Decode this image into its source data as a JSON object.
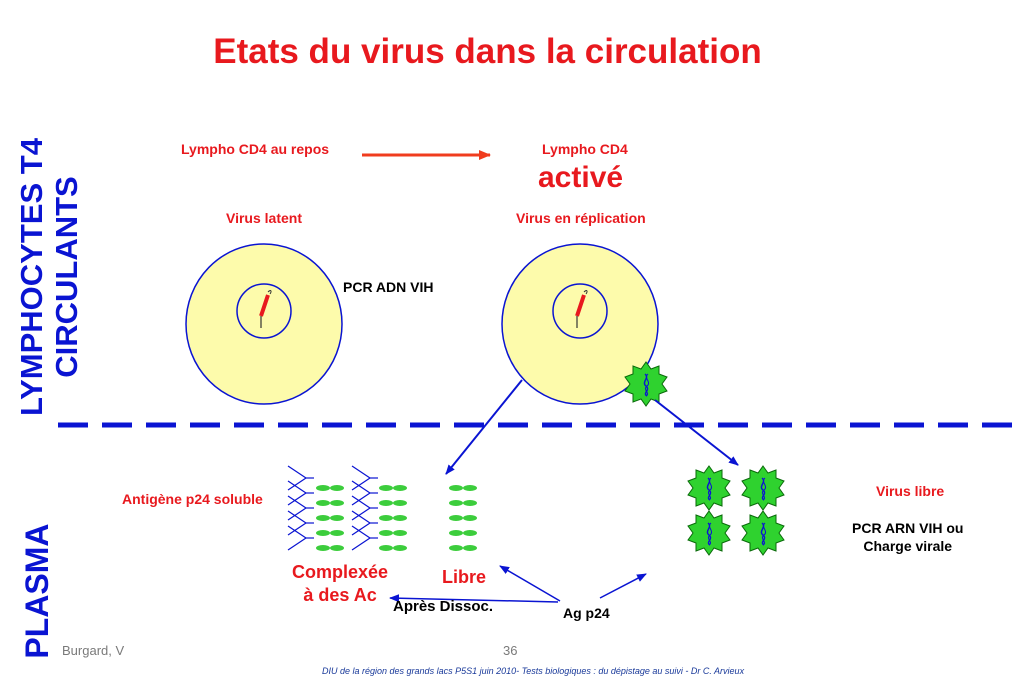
{
  "slide": {
    "title": "Etats du virus dans la circulation",
    "left_labels": {
      "top_line1": "LYMPHOCYTES T4",
      "top_line2": "CIRCULANTS",
      "bottom": "PLASMA"
    },
    "upper": {
      "resting_cell_label": "Lympho CD4 au repos",
      "activated_label_line1": "Lympho CD4",
      "activated_label_line2": "activé",
      "latent_label": "Virus latent",
      "replication_label": "Virus en réplication",
      "pcr_dna": "PCR ADN VIH"
    },
    "lower": {
      "p24_soluble": "Antigène p24 soluble",
      "complexed_line1": "Complexée",
      "complexed_line2": "à des Ac",
      "free_label": "Libre",
      "after_dissoc": "Après Dissoc.",
      "ag_p24": "Ag p24",
      "free_virus": "Virus libre",
      "pcr_rna_line1": "PCR ARN VIH ou",
      "pcr_rna_line2": "Charge virale"
    },
    "footer": {
      "author": "Burgard, V",
      "page_number": "36",
      "credit": "DIU de la région des grands lacs P5S1 juin 2010- Tests biologiques : du dépistage au suivi - Dr C. Arvieux"
    }
  },
  "colors": {
    "title": "#e8191e",
    "label_blue": "#0a14d2",
    "cell_fill": "#fdfbab",
    "virus_fill": "#2fd22f",
    "antigen_fill": "#3ccd3c",
    "arrow_orange": "#f03c1e"
  }
}
